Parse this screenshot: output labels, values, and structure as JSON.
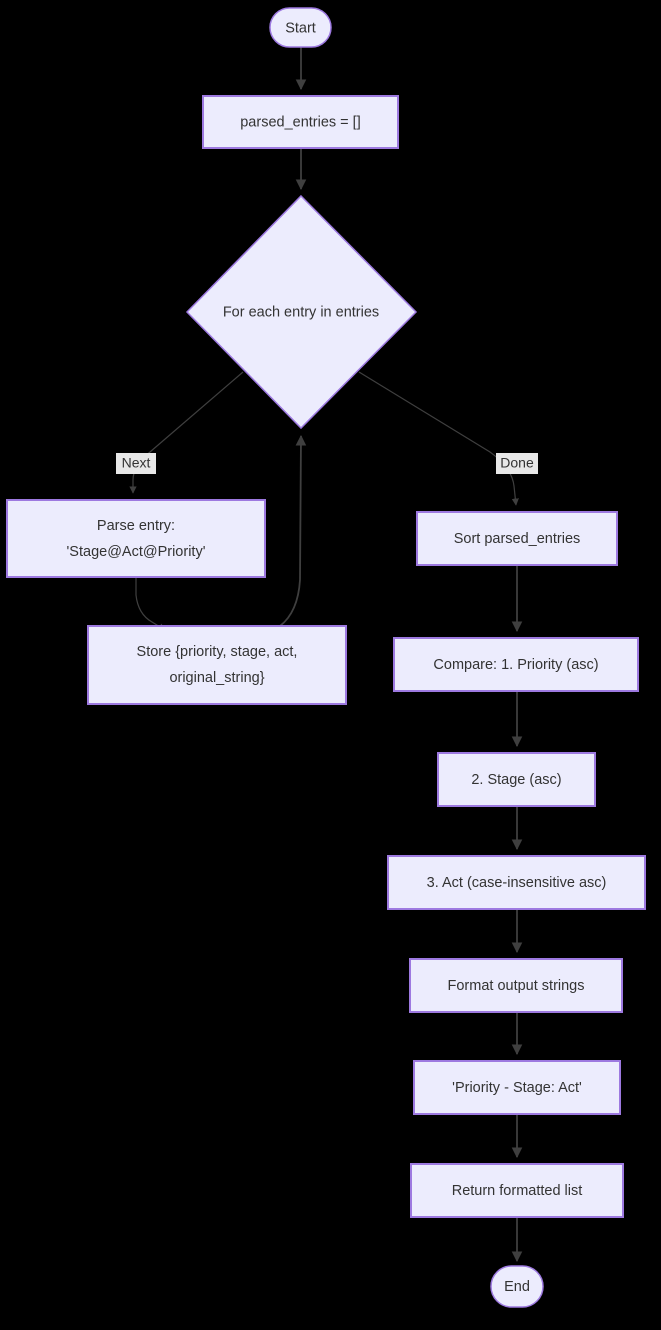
{
  "diagram": {
    "title": "Parse and sort entries flowchart",
    "type": "flowchart",
    "background_color": "#000000",
    "node_fill_color": "#ececfd",
    "node_border_color": "#9d79e0",
    "edge_color": "#3f3f3f",
    "text_color": "#333333",
    "edge_label_background": "#e8e8e8"
  },
  "nodes": {
    "start": {
      "label": "Start",
      "shape": "stadium"
    },
    "init": {
      "label": "parsed_entries = []",
      "shape": "rect"
    },
    "loop": {
      "label": "For each entry in entries",
      "shape": "diamond"
    },
    "parse": {
      "line1": "Parse entry:",
      "line2": "'Stage@Act@Priority'",
      "shape": "rect"
    },
    "store": {
      "line1": "Store {priority, stage, act,",
      "line2": "original_string}",
      "shape": "rect"
    },
    "sort": {
      "label": "Sort parsed_entries",
      "shape": "rect"
    },
    "compare1": {
      "label": "Compare: 1. Priority (asc)",
      "shape": "rect"
    },
    "compare2": {
      "label": "2. Stage (asc)",
      "shape": "rect"
    },
    "compare3": {
      "label": "3. Act (case-insensitive asc)",
      "shape": "rect"
    },
    "format": {
      "label": "Format output strings",
      "shape": "rect"
    },
    "template": {
      "label": "'Priority - Stage: Act'",
      "shape": "rect"
    },
    "ret": {
      "label": "Return formatted list",
      "shape": "rect"
    },
    "end": {
      "label": "End",
      "shape": "stadium"
    }
  },
  "edge_labels": {
    "next": "Next",
    "done": "Done"
  }
}
